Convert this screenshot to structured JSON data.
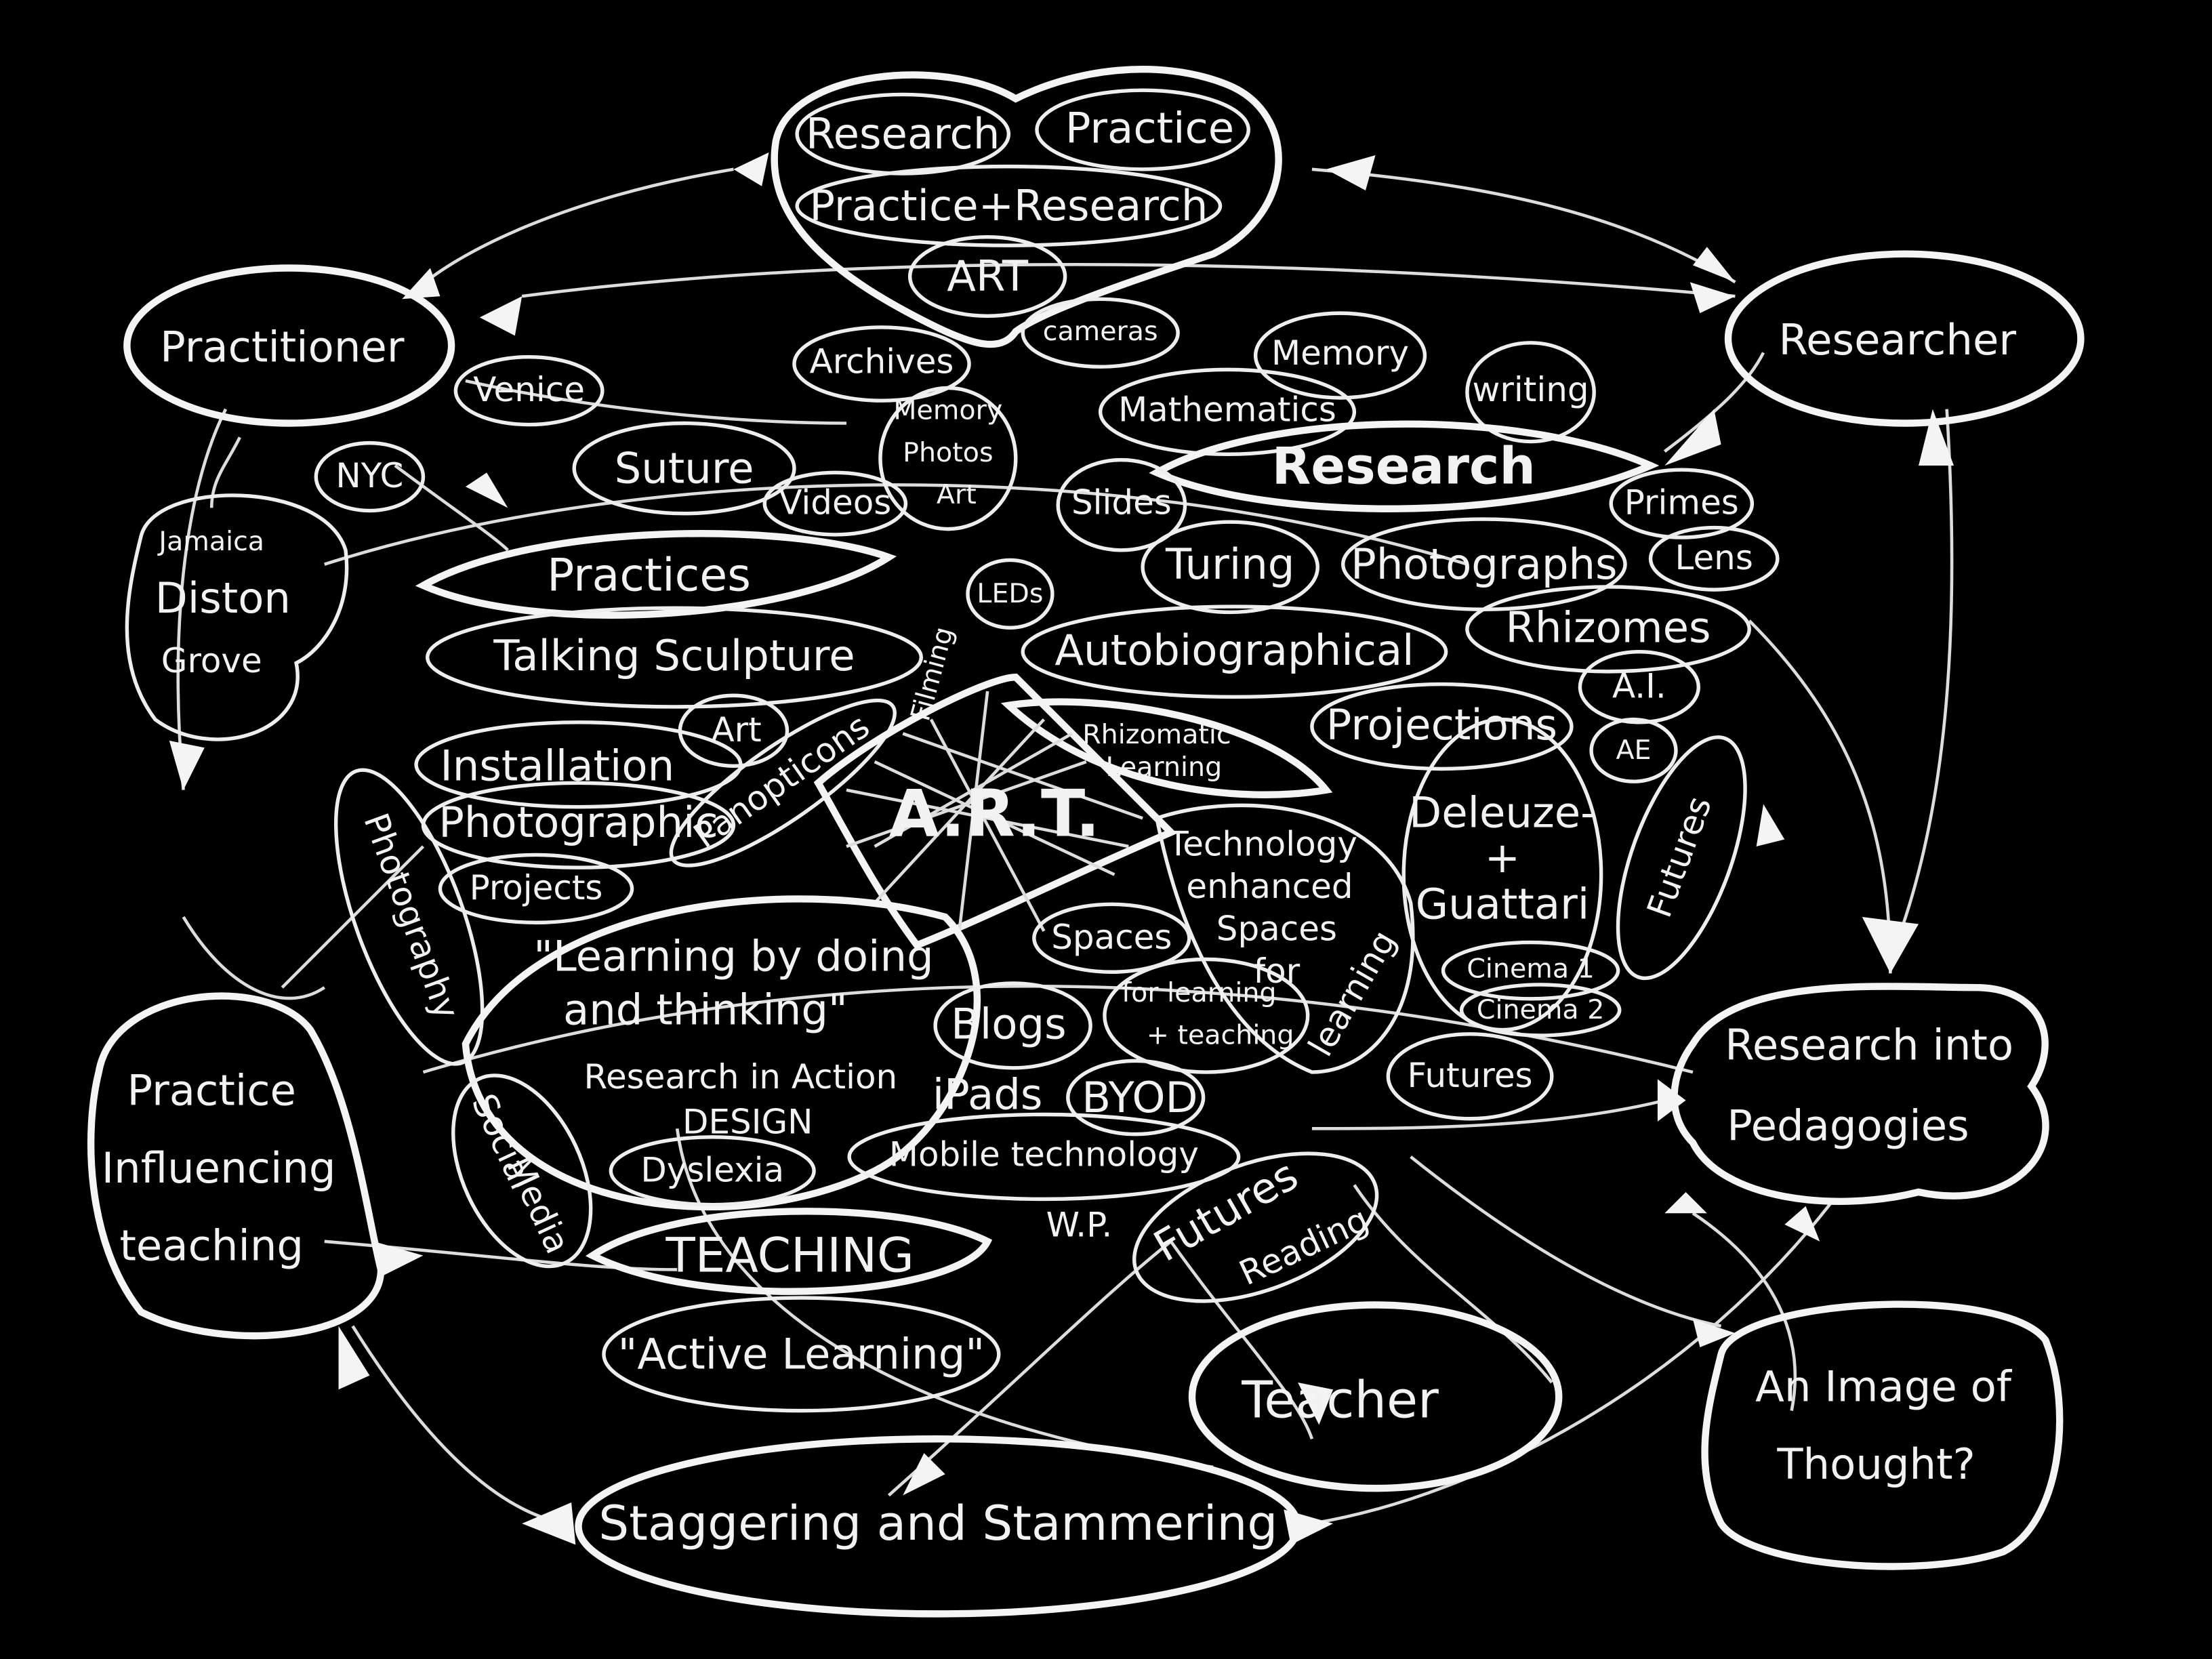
{
  "colors": {
    "background": "#000000",
    "ink": "#f2f2f2"
  },
  "nodes": {
    "research_top": "Research",
    "practice_top": "Practice",
    "practice_research": "Practice+Research",
    "art_top": "ART",
    "practitioner": "Practitioner",
    "researcher": "Researcher",
    "venice": "Venice",
    "nyc": "NYC",
    "jamaica": "Jamaica",
    "diston": "Diston",
    "grove": "Grove",
    "archives": "Archives",
    "cameras": "cameras",
    "memory": "Memory",
    "writing": "writing",
    "mathematics": "Mathematics",
    "memory_small": "Memory",
    "photos": "Photos",
    "art_small": "Art",
    "suture": "Suture",
    "videos": "Videos",
    "research": "Research",
    "primes": "Primes",
    "lens": "Lens",
    "slides": "Slides",
    "leds": "LEDs",
    "turing": "Turing",
    "photographs": "Photographs",
    "practices": "Practices",
    "autobiographical": "Autobiographical",
    "rhizomes": "Rhizomes",
    "ai": "A.I.",
    "ae": "AE",
    "talking_sculpture": "Talking Sculpture",
    "installation": "Installation",
    "art_inst": "Art",
    "photographic": "Photographic",
    "projects": "Projects",
    "panopticons": "Panopticons",
    "filming": "Filming",
    "projections": "Projections",
    "rhizomatic": "Rhizomatic",
    "learning_rh": "Learning",
    "art_center": "A.R.T.",
    "tech1": "Technology",
    "tech2": "enhanced",
    "tech3": "Spaces",
    "tech4": "for",
    "tech5": "learning",
    "deleuze": "Deleuze-",
    "plus": "+",
    "guattari": "Guattari",
    "cinema1": "Cinema 1",
    "cinema2": "Cinema 2",
    "futures_right": "Futures",
    "photography": "Photography",
    "learning_doing": "\"Learning by doing",
    "and_thinking": "and thinking\"",
    "research_action": "Research in Action",
    "spaces": "Spaces",
    "for_learning": "for learning",
    "and_teaching": "+ teaching",
    "blogs": "Blogs",
    "ipads": "iPads",
    "byod": "BYOD",
    "mobile": "Mobile technology",
    "futures_mid": "Futures",
    "research_into": "Research into",
    "pedagogies": "Pedagogies",
    "social": "Social",
    "media": "Media",
    "design": "DESIGN",
    "dyslexia": "Dyslexia",
    "practice_infl1": "Practice",
    "practice_infl2": "Influencing",
    "practice_infl3": "teaching",
    "teaching": "TEACHING",
    "wp": "W.P.",
    "futures_low": "Futures",
    "reading": "Reading",
    "active_learning": "\"Active Learning\"",
    "teacher": "Teacher",
    "image1": "An Image of",
    "image2": "Thought?",
    "staggering": "Staggering and Stammering"
  }
}
